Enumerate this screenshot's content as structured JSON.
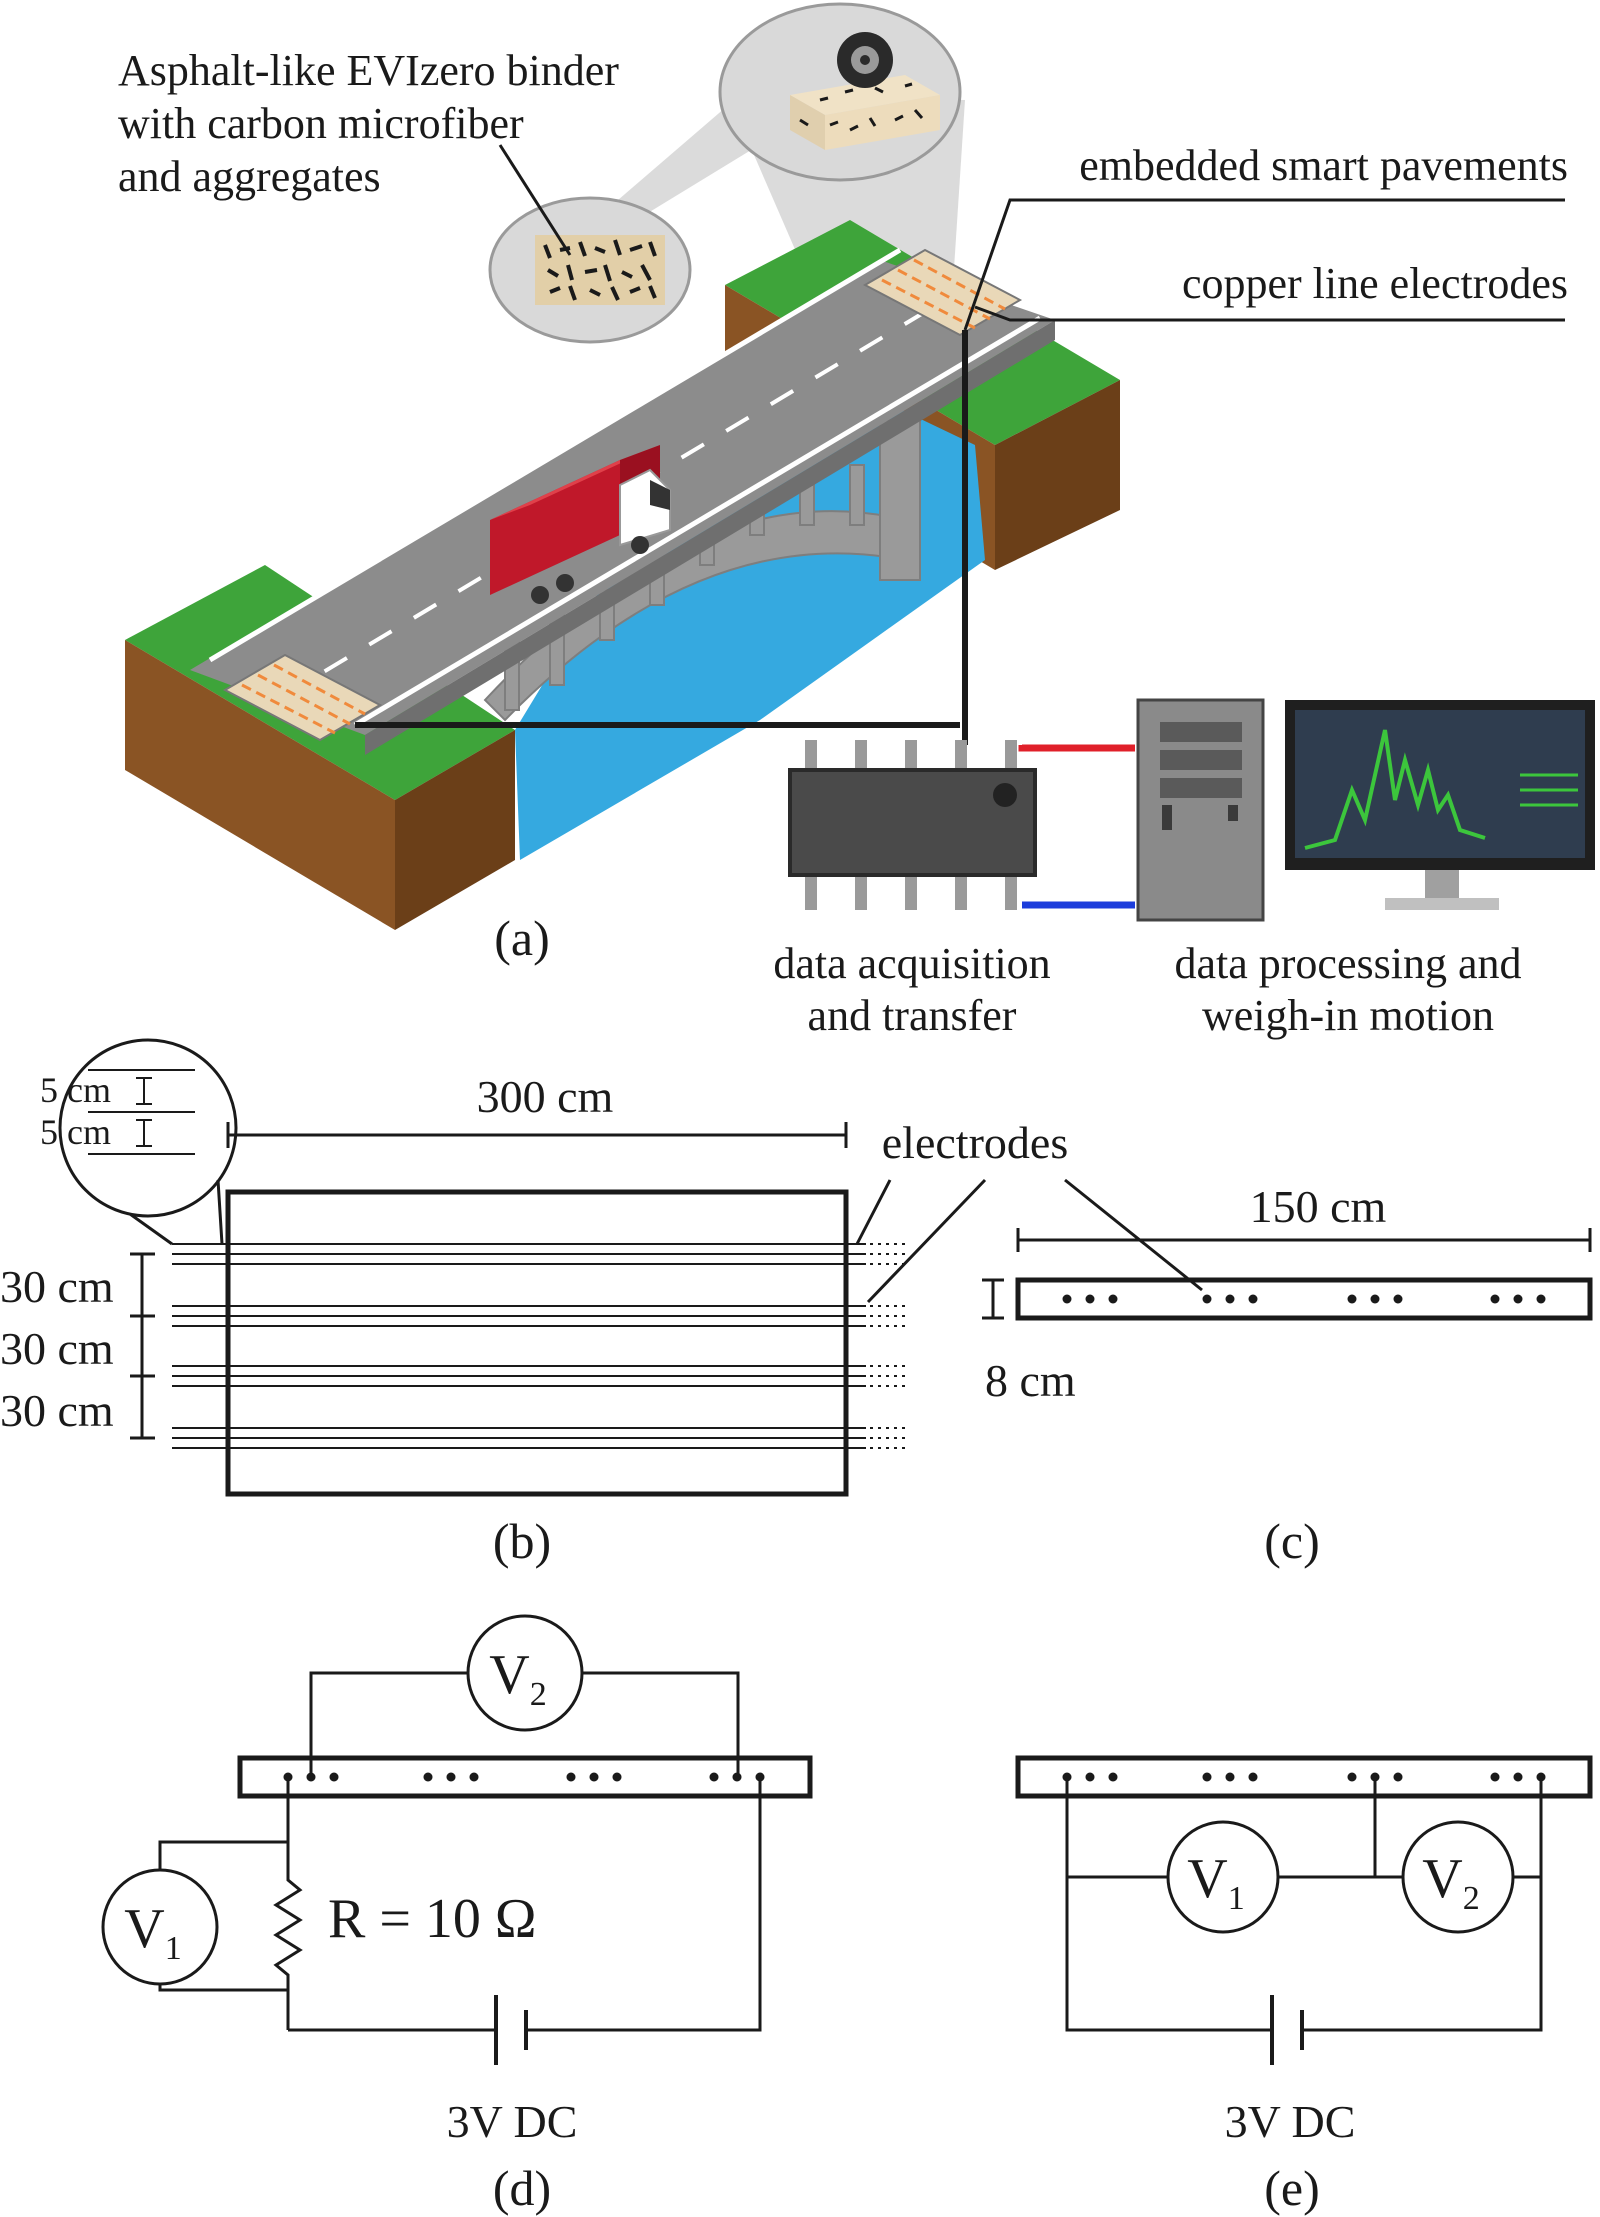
{
  "panel_a": {
    "label": "(a)",
    "binder_text": [
      "Asphalt-like EVIzero binder",
      "with carbon microfiber",
      "and aggregates"
    ],
    "callout_embedded": "embedded smart pavements",
    "callout_copper": "copper line electrodes",
    "daq_caption": [
      "data acquisition",
      "and transfer"
    ],
    "processing_caption": [
      "data processing and",
      "weigh-in motion"
    ]
  },
  "panel_b": {
    "label": "(b)",
    "length": "300 cm",
    "spacings": [
      "30 cm",
      "30 cm",
      "30 cm"
    ],
    "detail_spacings": [
      "5 cm",
      "5 cm"
    ],
    "electrodes_label": "electrodes"
  },
  "panel_c": {
    "label": "(c)",
    "length": "150 cm",
    "thickness": "8 cm"
  },
  "panel_d": {
    "label": "(d)",
    "v2": "V",
    "v2_sub": "2",
    "v1": "V",
    "v1_sub": "1",
    "resistor": "R = 10 Ω",
    "source": "3V DC"
  },
  "panel_e": {
    "label": "(e)",
    "v1": "V",
    "v1_sub": "1",
    "v2": "V",
    "v2_sub": "2",
    "source": "3V DC"
  },
  "colors": {
    "grass": "#3ea43a",
    "soil": "#8a5424",
    "water": "#35a9e0",
    "road": "#8c8c8c",
    "truck": "#c0182a",
    "electrode": "#f08a3c",
    "pad": "#e9d8b8",
    "monitor_screen": "#2f3d4f",
    "signal": "#3cc63c",
    "wire_red": "#e0202a",
    "wire_blue": "#1c3ddb"
  }
}
